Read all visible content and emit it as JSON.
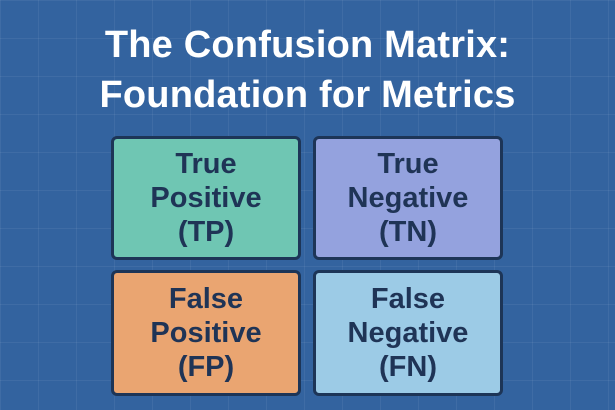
{
  "title": {
    "line1": "The Confusion Matrix:",
    "line2": "Foundation for Metrics"
  },
  "cells": [
    {
      "line1": "True",
      "line2": "Positive",
      "abbr": "(TP)",
      "color": "#6fc6b3"
    },
    {
      "line1": "True",
      "line2": "Negative",
      "abbr": "(TN)",
      "color": "#94a2de"
    },
    {
      "line1": "False",
      "line2": "Positive",
      "abbr": "(FP)",
      "color": "#eaa571"
    },
    {
      "line1": "False",
      "line2": "Negative",
      "abbr": "(FN)",
      "color": "#9ccbe6"
    }
  ],
  "colors": {
    "background": "#33639f",
    "title_text": "#ffffff",
    "cell_text": "#1f3456",
    "cell_border": "#1d3557"
  }
}
